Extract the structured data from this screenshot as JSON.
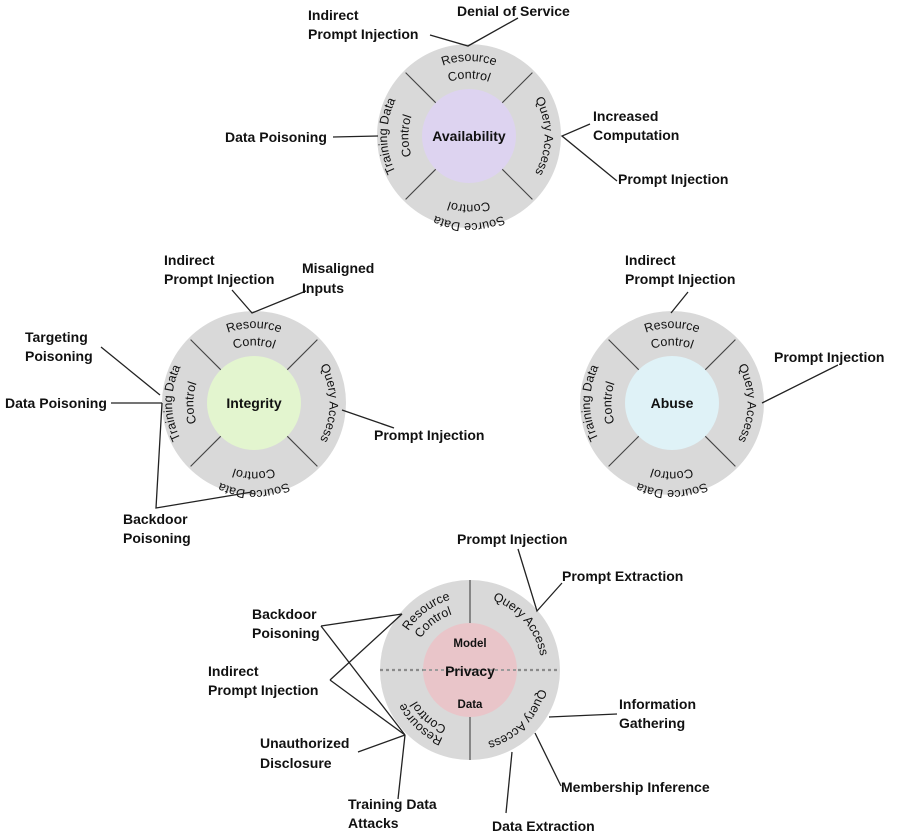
{
  "ring_labels": {
    "resource_control": "Resource Control",
    "resource_control_l1": "Resource",
    "resource_control_l2": "Control",
    "query_access": "Query Access",
    "source_data_control": "Source Data Control",
    "source_data_l1": "Source Data",
    "source_data_l2": "Control",
    "training_data_control": "Training Data Control",
    "training_l1": "Training Data",
    "training_l2": "Control"
  },
  "diagrams": {
    "availability": {
      "center": "Availability",
      "center_color": "#ddd3f0",
      "labels": {
        "indirect_l1": "Indirect",
        "indirect_l2": "Prompt Injection",
        "denial_of_service": "Denial of Service",
        "data_poisoning": "Data Poisoning",
        "increased_l1": "Increased",
        "increased_l2": "Computation",
        "prompt_injection": "Prompt Injection"
      }
    },
    "integrity": {
      "center": "Integrity",
      "center_color": "#e3f5cf",
      "labels": {
        "indirect_l1": "Indirect",
        "indirect_l2": "Prompt Injection",
        "misaligned_l1": "Misaligned",
        "misaligned_l2": "Inputs",
        "targeting_l1": "Targeting",
        "targeting_l2": "Poisoning",
        "data_poisoning": "Data Poisoning",
        "prompt_injection": "Prompt Injection",
        "backdoor_l1": "Backdoor",
        "backdoor_l2": "Poisoning"
      }
    },
    "abuse": {
      "center": "Abuse",
      "center_color": "#dff2f7",
      "labels": {
        "indirect_l1": "Indirect",
        "indirect_l2": "Prompt Injection",
        "prompt_injection": "Prompt Injection"
      }
    },
    "privacy": {
      "center": "Privacy",
      "center_top": "Model",
      "center_bottom": "Data",
      "center_color": "#e9c5c9",
      "labels": {
        "prompt_injection": "Prompt Injection",
        "prompt_extraction": "Prompt Extraction",
        "backdoor_l1": "Backdoor",
        "backdoor_l2": "Poisoning",
        "indirect_l1": "Indirect",
        "indirect_l2": "Prompt Injection",
        "info_l1": "Information",
        "info_l2": "Gathering",
        "unauth_l1": "Unauthorized",
        "unauth_l2": "Disclosure",
        "membership_inference": "Membership Inference",
        "training_attacks_l1": "Training Data",
        "training_attacks_l2": "Attacks",
        "data_extraction": "Data Extraction"
      }
    }
  }
}
